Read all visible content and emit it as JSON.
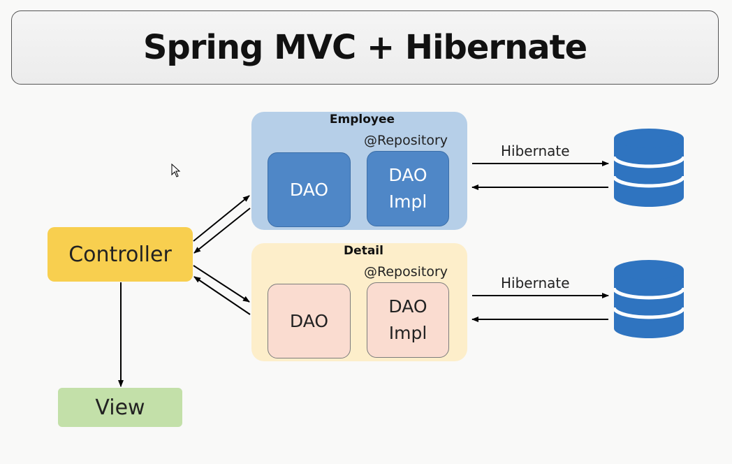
{
  "title": "Spring MVC + Hibernate",
  "groups": {
    "employee": {
      "name": "Employee",
      "annotation": "@Repository",
      "dao_label": "DAO",
      "impl_line1": "DAO",
      "impl_line2": "Impl",
      "hibernate_label": "Hibernate"
    },
    "detail": {
      "name": "Detail",
      "annotation": "@Repository",
      "dao_label": "DAO",
      "impl_line1": "DAO",
      "impl_line2": "Impl",
      "hibernate_label": "Hibernate"
    }
  },
  "controller_label": "Controller",
  "view_label": "View",
  "colors": {
    "employee_group_bg": "#b6cfe8",
    "employee_box": "#4f87c7",
    "detail_group_bg": "#fdeeca",
    "detail_box": "#fadcd0",
    "controller": "#f8cf4f",
    "view": "#c3e0a9",
    "database": "#2f74c0"
  },
  "icons": {
    "database": "database-icon",
    "cursor": "mouse-cursor-icon"
  }
}
